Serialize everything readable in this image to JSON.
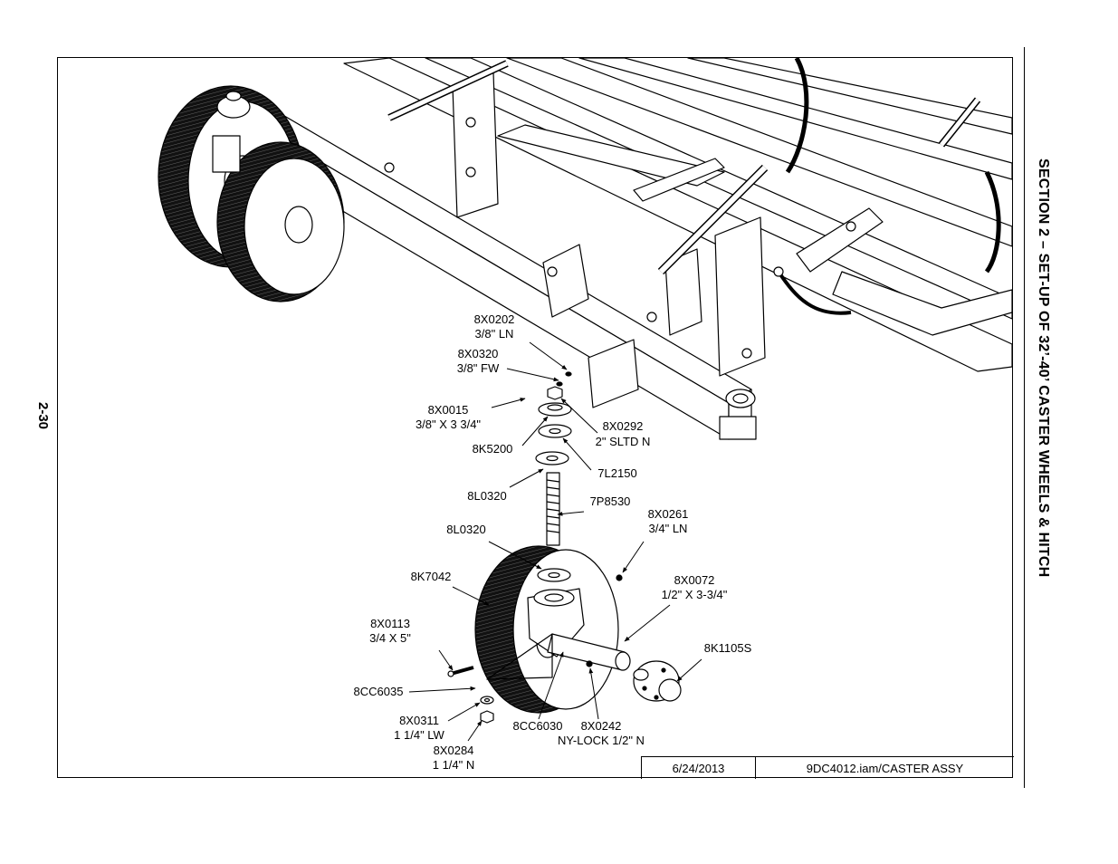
{
  "page": {
    "section_title": "SECTION 2 – SET-UP OF 32’-40’ CASTER WHEELS & HITCH",
    "page_number": "2-30"
  },
  "title_block": {
    "date": "6/24/2013",
    "file": "9DC4012.iam/CASTER ASSY"
  },
  "callouts": {
    "c8X0202": {
      "part": "8X0202",
      "desc": "3/8\" LN"
    },
    "c8X0320": {
      "part": "8X0320",
      "desc": "3/8\" FW"
    },
    "c8X0015": {
      "part": "8X0015",
      "desc": "3/8\" X 3 3/4\""
    },
    "c8K5200": {
      "part": "8K5200"
    },
    "c8X0292": {
      "part": "8X0292",
      "desc": "2\" SLTD N"
    },
    "c7L2150": {
      "part": "7L2150"
    },
    "c8L0320a": {
      "part": "8L0320"
    },
    "c7P8530": {
      "part": "7P8530"
    },
    "c8L0320b": {
      "part": "8L0320"
    },
    "c8X0261": {
      "part": "8X0261",
      "desc": "3/4\" LN"
    },
    "c8K7042": {
      "part": "8K7042"
    },
    "c8X0072": {
      "part": "8X0072",
      "desc": "1/2\" X 3-3/4\""
    },
    "c8X0113": {
      "part": "8X0113",
      "desc": "3/4 X 5\""
    },
    "c8K1105S": {
      "part": "8K1105S"
    },
    "c8CC6035": {
      "part": "8CC6035"
    },
    "c8X0311": {
      "part": "8X0311",
      "desc": "1 1/4\" LW"
    },
    "c8CC6030": {
      "part": "8CC6030"
    },
    "c8X0242": {
      "part": "8X0242",
      "desc": "NY-LOCK 1/2\" N"
    },
    "c8X0284": {
      "part": "8X0284",
      "desc": "1 1/4\" N"
    }
  }
}
